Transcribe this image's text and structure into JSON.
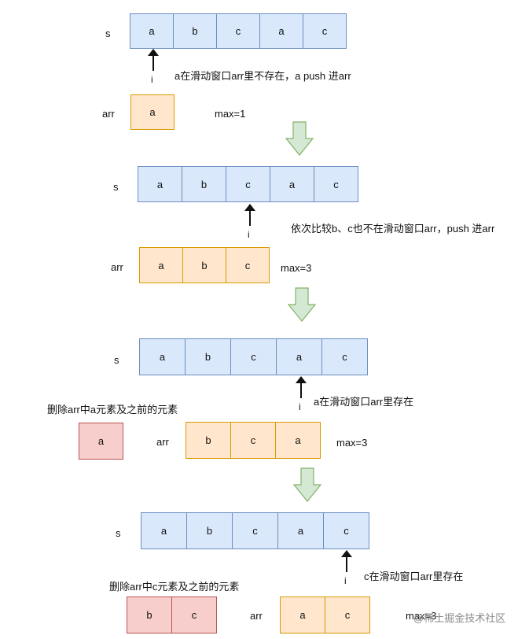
{
  "labels": {
    "s": "s",
    "arr": "arr",
    "i": "i"
  },
  "steps": [
    {
      "s_cells": [
        "a",
        "b",
        "c",
        "a",
        "c"
      ],
      "note": "a在滑动窗口arr里不存在，a push 进arr",
      "arr_cells": [
        "a"
      ],
      "max": "max=1"
    },
    {
      "s_cells": [
        "a",
        "b",
        "c",
        "a",
        "c"
      ],
      "note": "依次比较b、c也不在滑动窗口arr，push 进arr",
      "arr_cells": [
        "a",
        "b",
        "c"
      ],
      "max": "max=3"
    },
    {
      "s_cells": [
        "a",
        "b",
        "c",
        "a",
        "c"
      ],
      "note": "a在滑动窗口arr里存在",
      "delete_note": "删除arr中a元素及之前的元素",
      "removed_cells": [
        "a"
      ],
      "arr_cells": [
        "b",
        "c",
        "a"
      ],
      "max": "max=3"
    },
    {
      "s_cells": [
        "a",
        "b",
        "c",
        "a",
        "c"
      ],
      "note": "c在滑动窗口arr里存在",
      "delete_note": "删除arr中c元素及之前的元素",
      "removed_cells": [
        "b",
        "c"
      ],
      "arr_cells": [
        "a",
        "c"
      ],
      "max": "max=3"
    }
  ],
  "watermark": "@稀土掘金技术社区",
  "colors": {
    "blue_fill": "#dae8fc",
    "orange_fill": "#ffe6cc",
    "red_fill": "#f8cecc",
    "arrow_fill": "#d5e8d4"
  }
}
